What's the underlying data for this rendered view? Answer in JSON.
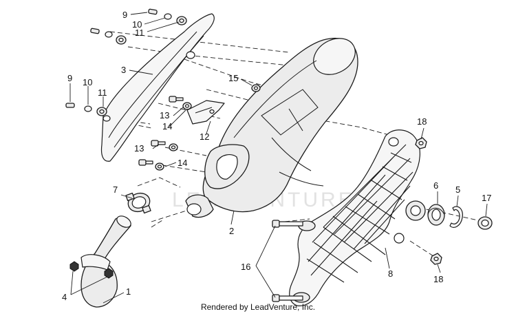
{
  "diagram": {
    "callouts": {
      "c1": "1",
      "c2": "2",
      "c3": "3",
      "c4": "4",
      "c5": "5",
      "c6": "6",
      "c7": "7",
      "c8": "8",
      "c9a": "9",
      "c9b": "9",
      "c10a": "10",
      "c10b": "10",
      "c11a": "11",
      "c11b": "11",
      "c12": "12",
      "c13a": "13",
      "c13b": "13",
      "c14a": "14",
      "c14b": "14",
      "c15": "15",
      "c16": "16",
      "c17": "17",
      "c18a": "18",
      "c18b": "18"
    },
    "watermark": "LEADVENTURE",
    "footer": "Rendered by LeadVenture, Inc."
  }
}
